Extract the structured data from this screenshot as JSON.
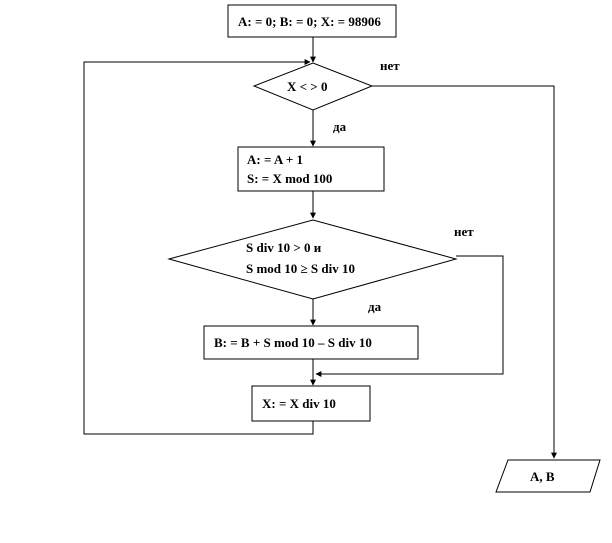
{
  "flowchart": {
    "init_block": "A: = 0; B: = 0; X: = 98906",
    "outer_condition": "X < > 0",
    "outer_no_label": "нет",
    "outer_yes_label": "да",
    "body_line1": "A: = A + 1",
    "body_line2": "S: = X mod 100",
    "inner_condition_line1": "S div  10 > 0 и",
    "inner_condition_line2": "S mod 10 ≥ S div  10",
    "inner_no_label": "нет",
    "inner_yes_label": "да",
    "update_b": "B: = B + S mod 10 – S div  10",
    "update_x": "X: = X div  10",
    "output": "A, B"
  }
}
